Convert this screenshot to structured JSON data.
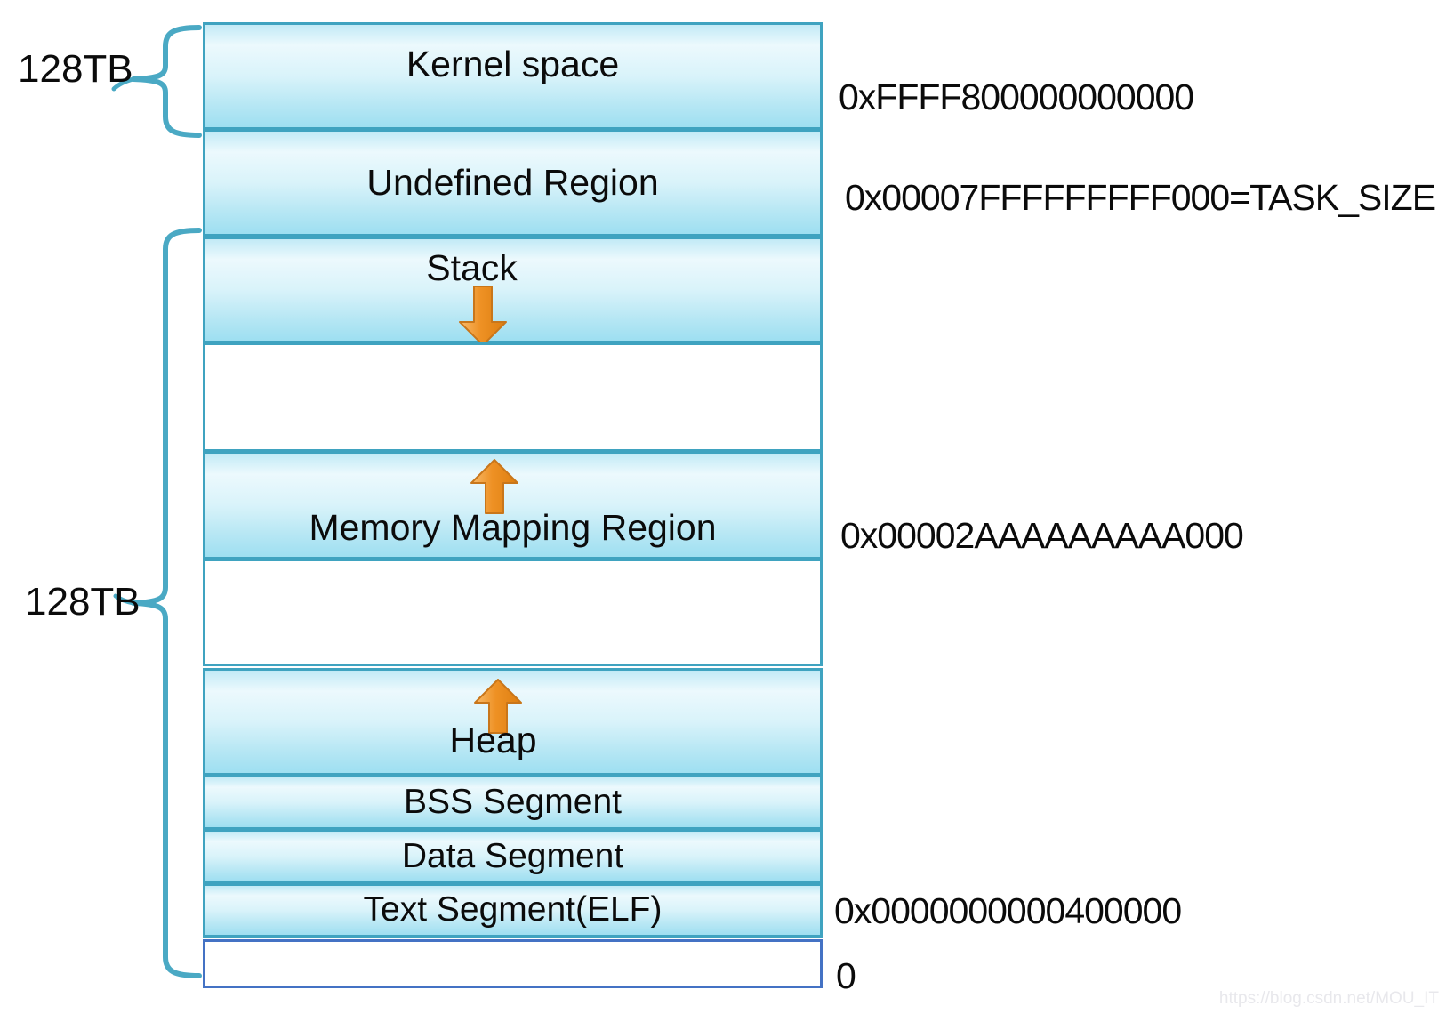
{
  "braces": [
    {
      "label": "128TB",
      "spans": "kernel-space"
    },
    {
      "label": "128TB",
      "spans": "user-space"
    }
  ],
  "regions": [
    {
      "label": "Kernel space",
      "type": "blue",
      "arrow": null
    },
    {
      "label": "Undefined Region",
      "type": "blue",
      "arrow": null
    },
    {
      "label": "Stack",
      "type": "blue",
      "arrow": "down"
    },
    {
      "label": "",
      "type": "white",
      "arrow": null
    },
    {
      "label": "Memory Mapping Region",
      "type": "blue",
      "arrow": "up"
    },
    {
      "label": "",
      "type": "white",
      "arrow": null
    },
    {
      "label": "Heap",
      "type": "blue",
      "arrow": "up"
    },
    {
      "label": "BSS Segment",
      "type": "blue",
      "arrow": null
    },
    {
      "label": "Data Segment",
      "type": "blue",
      "arrow": null
    },
    {
      "label": "Text Segment(ELF)",
      "type": "blue",
      "arrow": null
    },
    {
      "label": "",
      "type": "white-blue-border",
      "arrow": null
    }
  ],
  "addresses": [
    {
      "text": "0xFFFF800000000000"
    },
    {
      "text": "0x00007FFFFFFFFF000=TASK_SIZE"
    },
    {
      "text": "0x00002AAAAAAAAA000"
    },
    {
      "text": "0x0000000000400000"
    },
    {
      "text": "0"
    }
  ],
  "watermark": "https://blog.csdn.net/MOU_IT",
  "colors": {
    "box_border": "#3fa3c0",
    "box_fill_light": "#ecf9fd",
    "box_fill_deep": "#9edff1",
    "bottom_box_border": "#4472c4",
    "arrow_orange": "#ee9124",
    "arrow_border": "#c9761a",
    "brace": "#4aa9c4"
  }
}
